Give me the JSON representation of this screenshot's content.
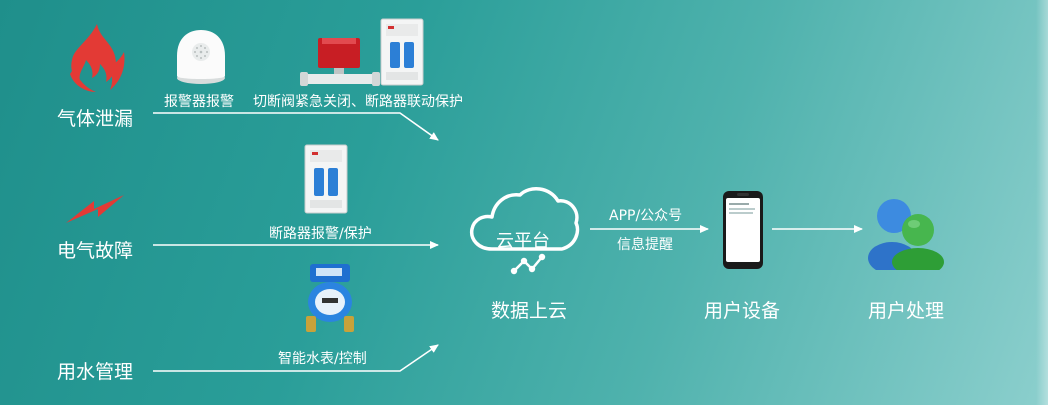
{
  "categories": {
    "gas_leak": "气体泄漏",
    "electrical_fault": "电气故障",
    "water_management": "用水管理"
  },
  "labels": {
    "alarm_report": "报警器报警",
    "valve_breaker": "切断阀紧急关闭、断路器联动保护",
    "breaker_alarm": "断路器报警/保护",
    "smart_meter": "智能水表/控制",
    "app_wechat": "APP/公众号",
    "info_reminder": "信息提醒"
  },
  "nodes": {
    "cloud_platform": "云平台",
    "data_upload": "数据上云",
    "user_device": "用户设备",
    "user_handle": "用户处理"
  },
  "colors": {
    "background": "#2a9e99",
    "fire": "#e33a35",
    "valve": "#c81e24",
    "line": "#ffffff"
  }
}
